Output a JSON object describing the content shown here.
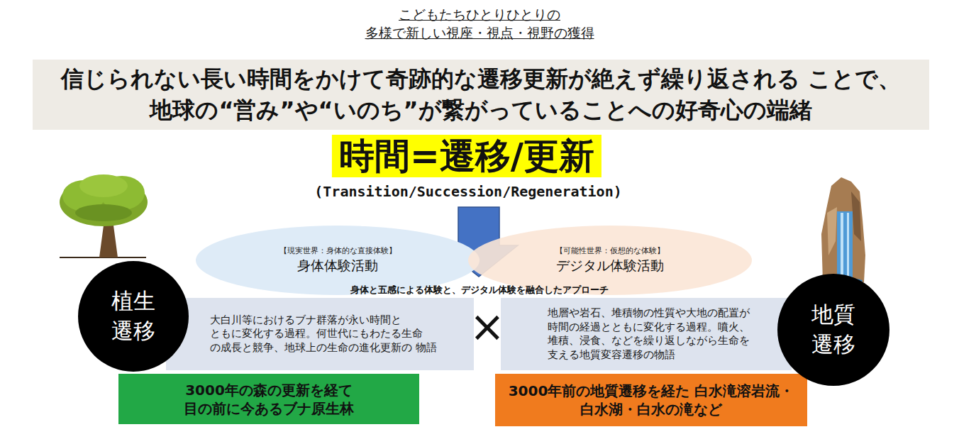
{
  "diagram": {
    "title": "こどもたちひとりひとりの 多様で新しい視座・視点・視野の獲得",
    "nodes": [
      {
        "text": [
          "信じられない長い時間をかけて奇跡的な遷移更新が絶えず繰り返される ことで、地球の“営み”や“いのち”が繋がっていることへの好奇心の端緒"
        ]
      },
      {
        "text": [
          "時間=遷移/更新"
        ]
      },
      {
        "text": [
          "【現実世界：身体的な直接体験】",
          "身体体験活動"
        ]
      },
      {
        "text": [
          "【可能性世界：仮想的な体験】",
          "デジタル体験活動"
        ]
      },
      {
        "text": [
          "植生 遷移"
        ]
      },
      {
        "text": [
          "大白川等におけるブナ群落が永い時間と ともに変化する過程。何世代にもわたる生命 の成長と競争、地球上の生命の進化更新の 物語"
        ]
      },
      {
        "text": [
          "地層や岩石、堆積物の性質や大地の配置が 時間の経過とともに変化する過程。噴火、 堆積、浸食、などを繰り返しながら生命を 支える地質変容遷移の物語"
        ]
      },
      {
        "text": [
          "地質 遷移"
        ]
      },
      {
        "text": [
          "3000年の森の更新を経て 目の前に今あるブナ原生林"
        ]
      },
      {
        "text": [
          "3000年前の地質遷移を経た 白水滝溶岩流・白水湖・白水の滝など"
        ]
      }
    ],
    "labels": [
      "(Transition/Succession/Regeneration)",
      "身体と五感による体験と、デジタル体験を融合したアプローチ",
      "×"
    ]
  }
}
